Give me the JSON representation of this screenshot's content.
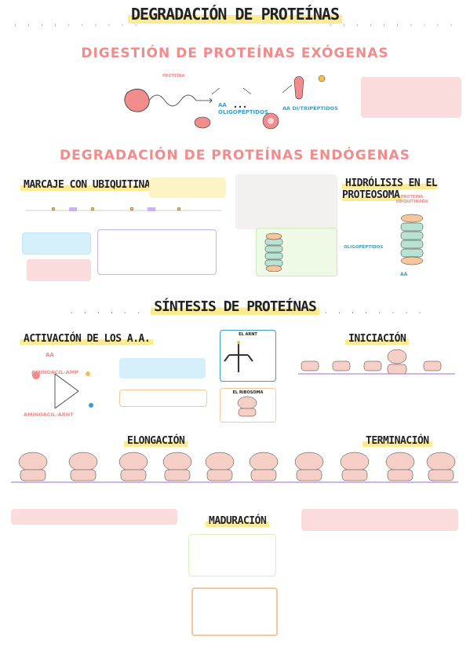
{
  "title": "DEGRADACIÓN DE PROTEÍNAS",
  "sections": {
    "digestion": {
      "heading": "DIGESTIÓN DE PROTEÍNAS EXÓGENAS",
      "labels": {
        "proteina": "PROTEÍNA",
        "aa": "AA",
        "oligopeptidos": "OLIGOPÉPTIDOS",
        "aa_di": "AA DI/TRIPÉPTIDOS"
      }
    },
    "endogenas": {
      "heading": "DEGRADACIÓN DE PROTEÍNAS ENDÓGENAS",
      "marcaje": "MARCAJE CON UBIQUITINA",
      "hidrolisis": "HIDRÓLISIS EN EL PROTEOSOMA",
      "proteosome_labels": {
        "proteina_ubiquitinada": "PROTEÍNA UBIQUITINADA",
        "oligopeptidos": "OLIGOPÉPTIDOS",
        "aa": "AA"
      }
    },
    "sintesis": {
      "heading": "SÍNTESIS DE PROTEÍNAS",
      "activacion": "ACTIVACIÓN DE LOS A.A.",
      "iniciacion": "INICIACIÓN",
      "elongacion": "ELONGACIÓN",
      "terminacion": "TERMINACIÓN",
      "maduracion": "MADURACIÓN",
      "activacion_labels": {
        "aa": "AA",
        "aminoacil_amp": "AMINOACIL-AMP",
        "aminoacil_arnt": "AMINOACIL-ARNT"
      },
      "boxes": {
        "arnt": "EL ARNT",
        "ribosoma": "EL RIBOSOMA"
      }
    }
  },
  "colors": {
    "pink": "#f28b8b",
    "yellow_highlight": "#fdeb93",
    "blue_box": "#cdeefa",
    "purple_box": "#c9b3e8",
    "green_box": "#d7f3c4",
    "orange_box": "#f5c79a",
    "salmon_box": "#fbdcdc"
  }
}
